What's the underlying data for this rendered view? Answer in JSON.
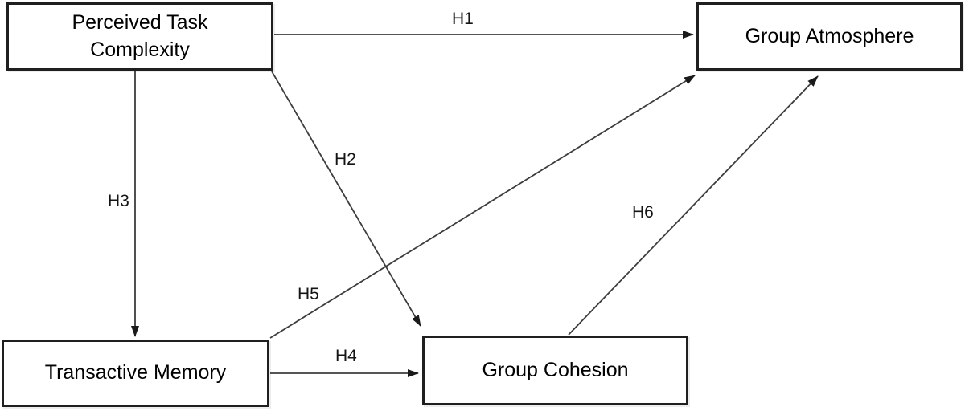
{
  "diagram": {
    "type": "hypothesis-path-model",
    "nodes": [
      {
        "id": "perceived-task-complexity",
        "label": "Perceived Task Complexity"
      },
      {
        "id": "group-atmosphere",
        "label": "Group Atmosphere"
      },
      {
        "id": "transactive-memory",
        "label": "Transactive Memory"
      },
      {
        "id": "group-cohesion",
        "label": "Group Cohesion"
      }
    ],
    "edges": [
      {
        "label": "H1",
        "from": "Perceived Task Complexity",
        "to": "Group Atmosphere"
      },
      {
        "label": "H2",
        "from": "Perceived Task Complexity",
        "to": "Group Cohesion"
      },
      {
        "label": "H3",
        "from": "Perceived Task Complexity",
        "to": "Transactive Memory"
      },
      {
        "label": "H4",
        "from": "Transactive Memory",
        "to": "Group Cohesion"
      },
      {
        "label": "H5",
        "from": "Transactive Memory",
        "to": "Group Atmosphere"
      },
      {
        "label": "H6",
        "from": "Group Cohesion",
        "to": "Group Atmosphere"
      }
    ],
    "colors": {
      "background": "#ffffff",
      "box_border": "#1f1f1f",
      "line": "#3d3d3d",
      "arrowhead": "#1a1a1a",
      "text": "#000000"
    }
  }
}
